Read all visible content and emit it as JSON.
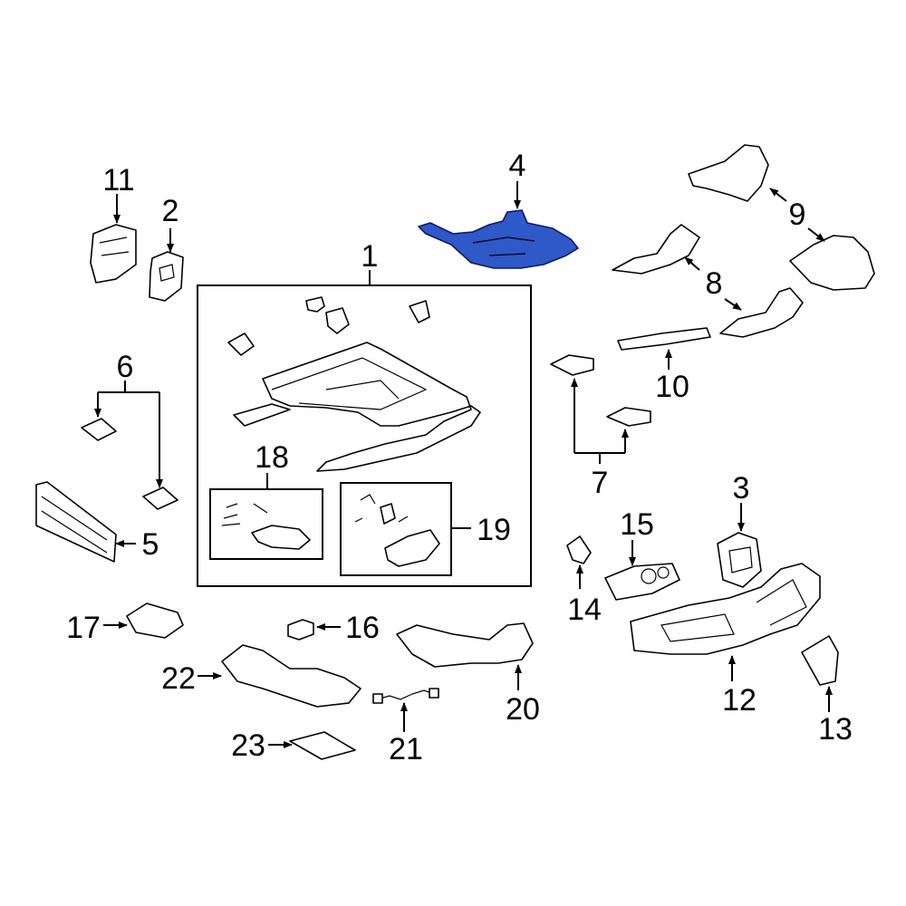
{
  "colors": {
    "highlight": "#2f58c8",
    "line": "#000000",
    "background": "#ffffff"
  },
  "callouts": {
    "c1": "1",
    "c2": "2",
    "c3": "3",
    "c4": "4",
    "c5": "5",
    "c6": "6",
    "c7": "7",
    "c8": "8",
    "c9": "9",
    "c10": "10",
    "c11": "11",
    "c12": "12",
    "c13": "13",
    "c14": "14",
    "c15": "15",
    "c16": "16",
    "c17": "17",
    "c18": "18",
    "c19": "19",
    "c20": "20",
    "c21": "21",
    "c22": "22",
    "c23": "23"
  },
  "highlighted_part": "4"
}
